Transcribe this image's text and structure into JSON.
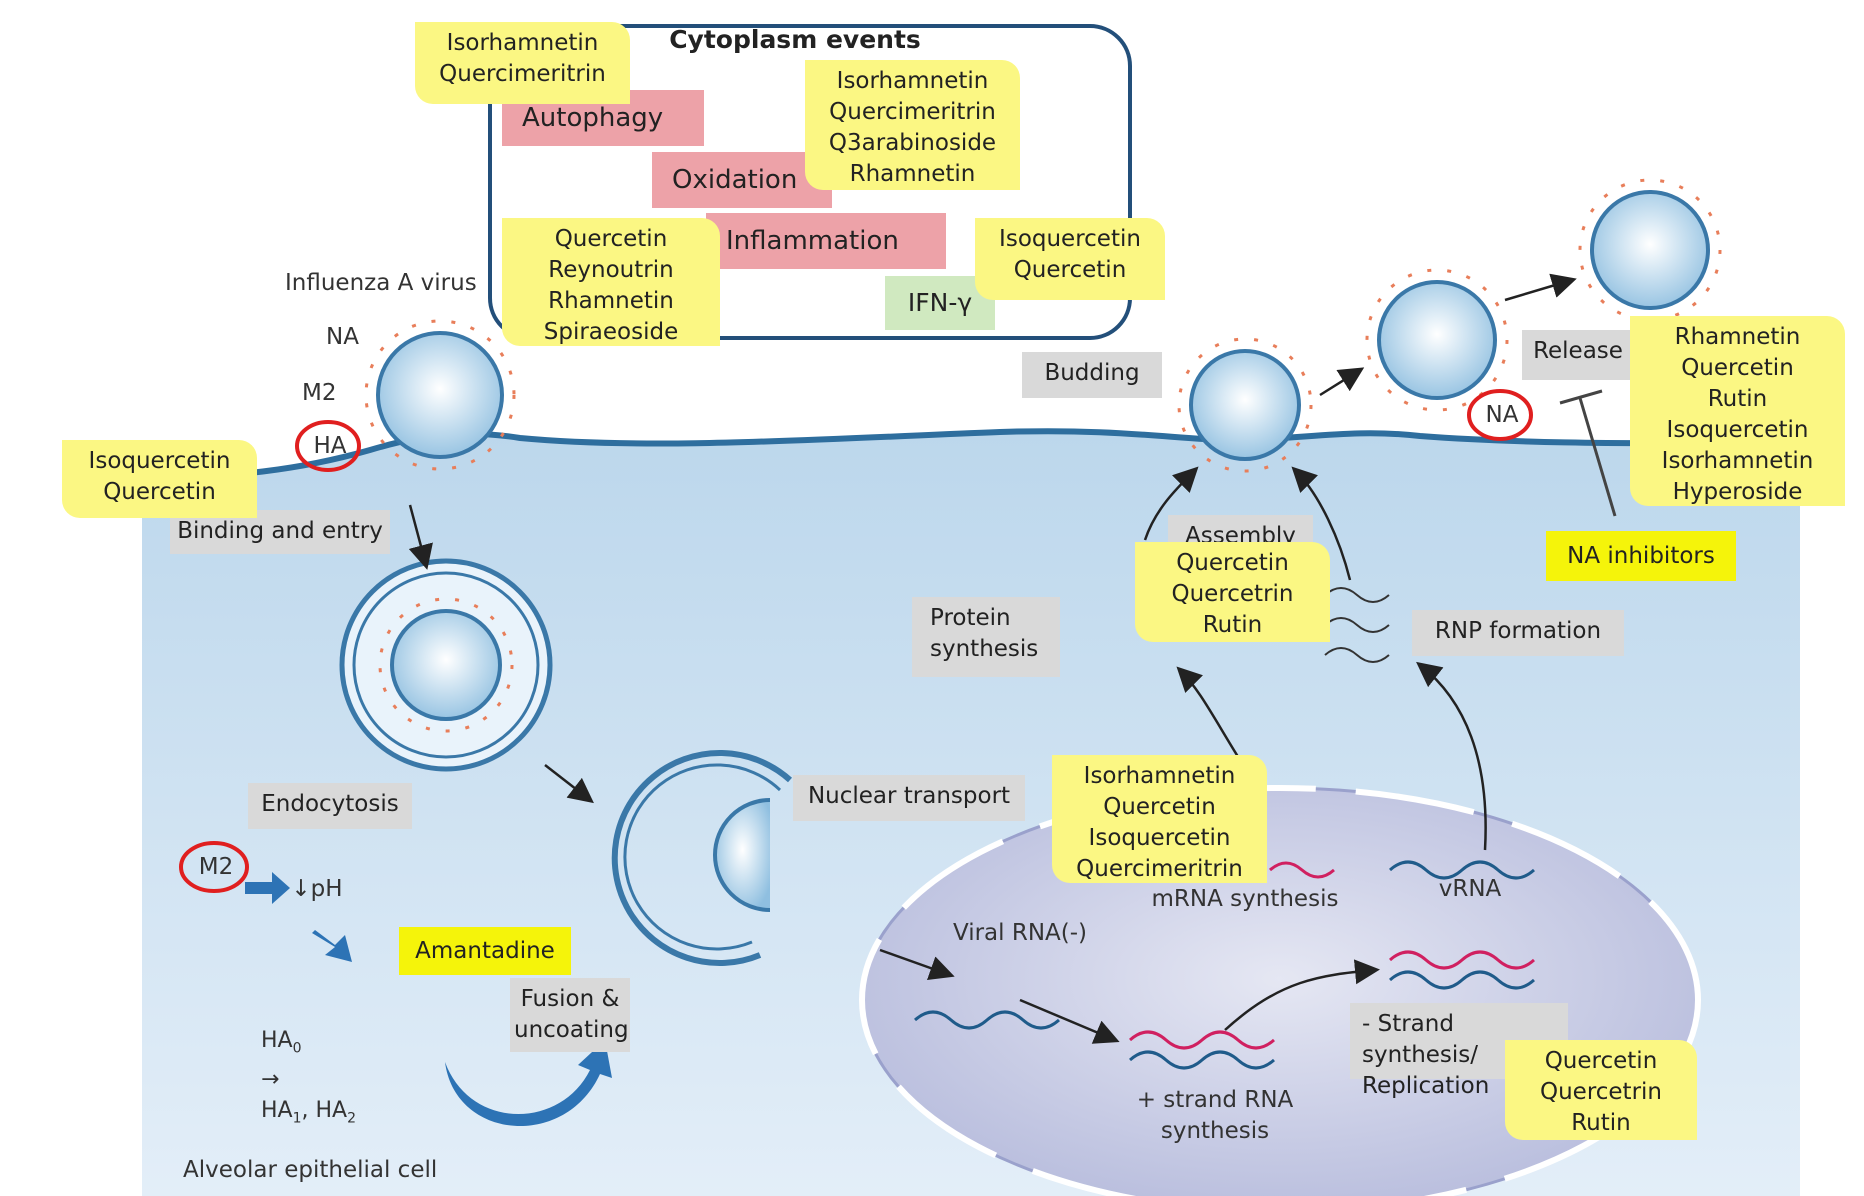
{
  "title": "Cytoplasm events",
  "cytoplasm": {
    "autophagy": "Autophagy",
    "oxidation": "Oxidation",
    "inflammation": "Inflammation",
    "ifn": "IFN-γ",
    "compounds_autophagy": "Isorhamnetin\nQuercimeritrin",
    "compounds_oxidation": "Isorhamnetin\nQuercimeritrin\nQ3arabinoside\nRhamnetin",
    "compounds_inflammation": "Quercetin\nReynoutrin\nRhamnetin\nSpiraeoside",
    "compounds_ifn": "Isoquercetin\nQuercetin"
  },
  "virus": {
    "name": "Influenza A virus",
    "na": "NA",
    "m2": "M2",
    "ha": "HA"
  },
  "steps": {
    "binding": "Binding and entry",
    "endocytosis": "Endocytosis",
    "nuclear_transport": "Nuclear transport",
    "fusion": "Fusion &\nuncoating",
    "protein_synthesis": "Protein\nsynthesis",
    "assembly": "Assembly",
    "rnp": "RNP formation",
    "budding": "Budding",
    "release": "Release",
    "mrna": "mRNA synthesis",
    "vrna": "vRNA",
    "viral_rna": "Viral RNA(-)",
    "plus_strand": "+ strand RNA synthesis",
    "minus_strand": "- Strand synthesis/\nReplication",
    "cell": "Alveolar epithelial cell"
  },
  "compounds": {
    "binding": "Isoquercetin\nQuercetin",
    "assembly": "Quercetin\nQuercetrin\nRutin",
    "mrna": "Isorhamnetin\nQuercetin\nIsoquercetin\nQuercimeritrin",
    "replication": "Quercetin\nQuercetrin\nRutin",
    "release": "Rhamnetin\nQuercetin\nRutin\nIsoquercetin\nIsorhamnetin\nHyperoside"
  },
  "drugs": {
    "amantadine": "Amantadine",
    "na_inhibitors": "NA inhibitors"
  },
  "m2_process": {
    "m2": "M2",
    "ph": "↓pH",
    "ha0": "HA",
    "ha0_sub": "0",
    "ha1": "HA",
    "ha1_sub": "1",
    "ha2": "HA",
    "ha2_sub": "2"
  },
  "colors": {
    "cell": "#c9e1f1",
    "nucleus": "#c8cce6",
    "compound_box": "#fbf783",
    "step_box": "#d9d9d9",
    "event_box": "#eda2a8",
    "highlight": "#e01f1f"
  }
}
